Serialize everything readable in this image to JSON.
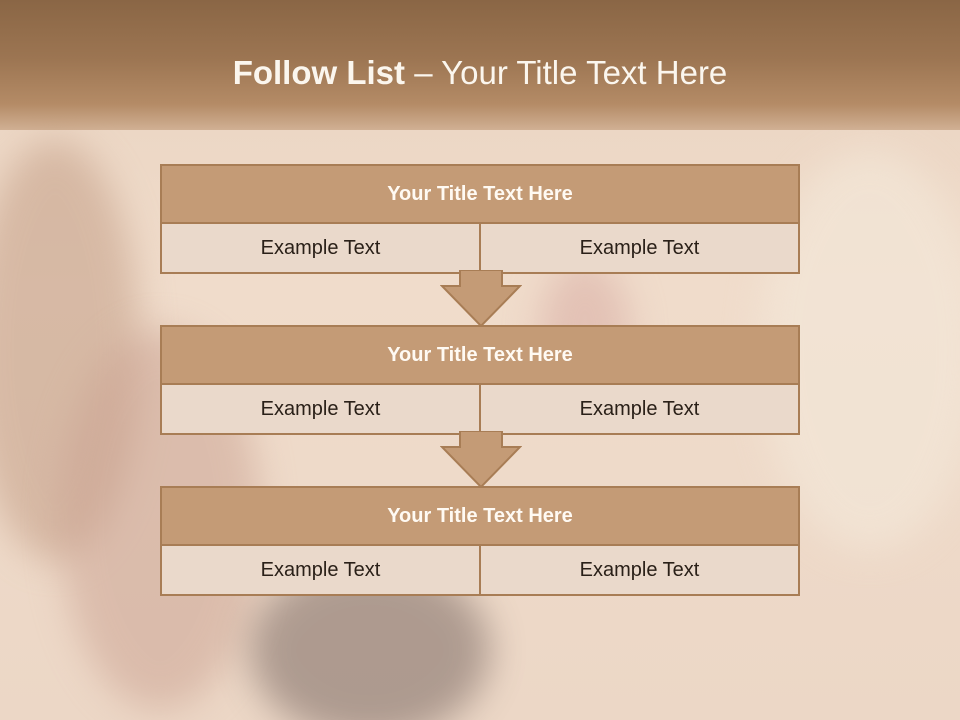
{
  "title": {
    "bold": "Follow List",
    "rest": " – Your Title Text Here"
  },
  "steps": [
    {
      "title": "Your Title Text Here",
      "left": "Example Text",
      "right": "Example Text"
    },
    {
      "title": "Your Title Text Here",
      "left": "Example Text",
      "right": "Example Text"
    },
    {
      "title": "Your Title Text Here",
      "left": "Example Text",
      "right": "Example Text"
    }
  ],
  "colors": {
    "header": "#9c7552",
    "box_head": "#c49b76",
    "box_body": "#ead9cb",
    "border": "#a87d55"
  }
}
